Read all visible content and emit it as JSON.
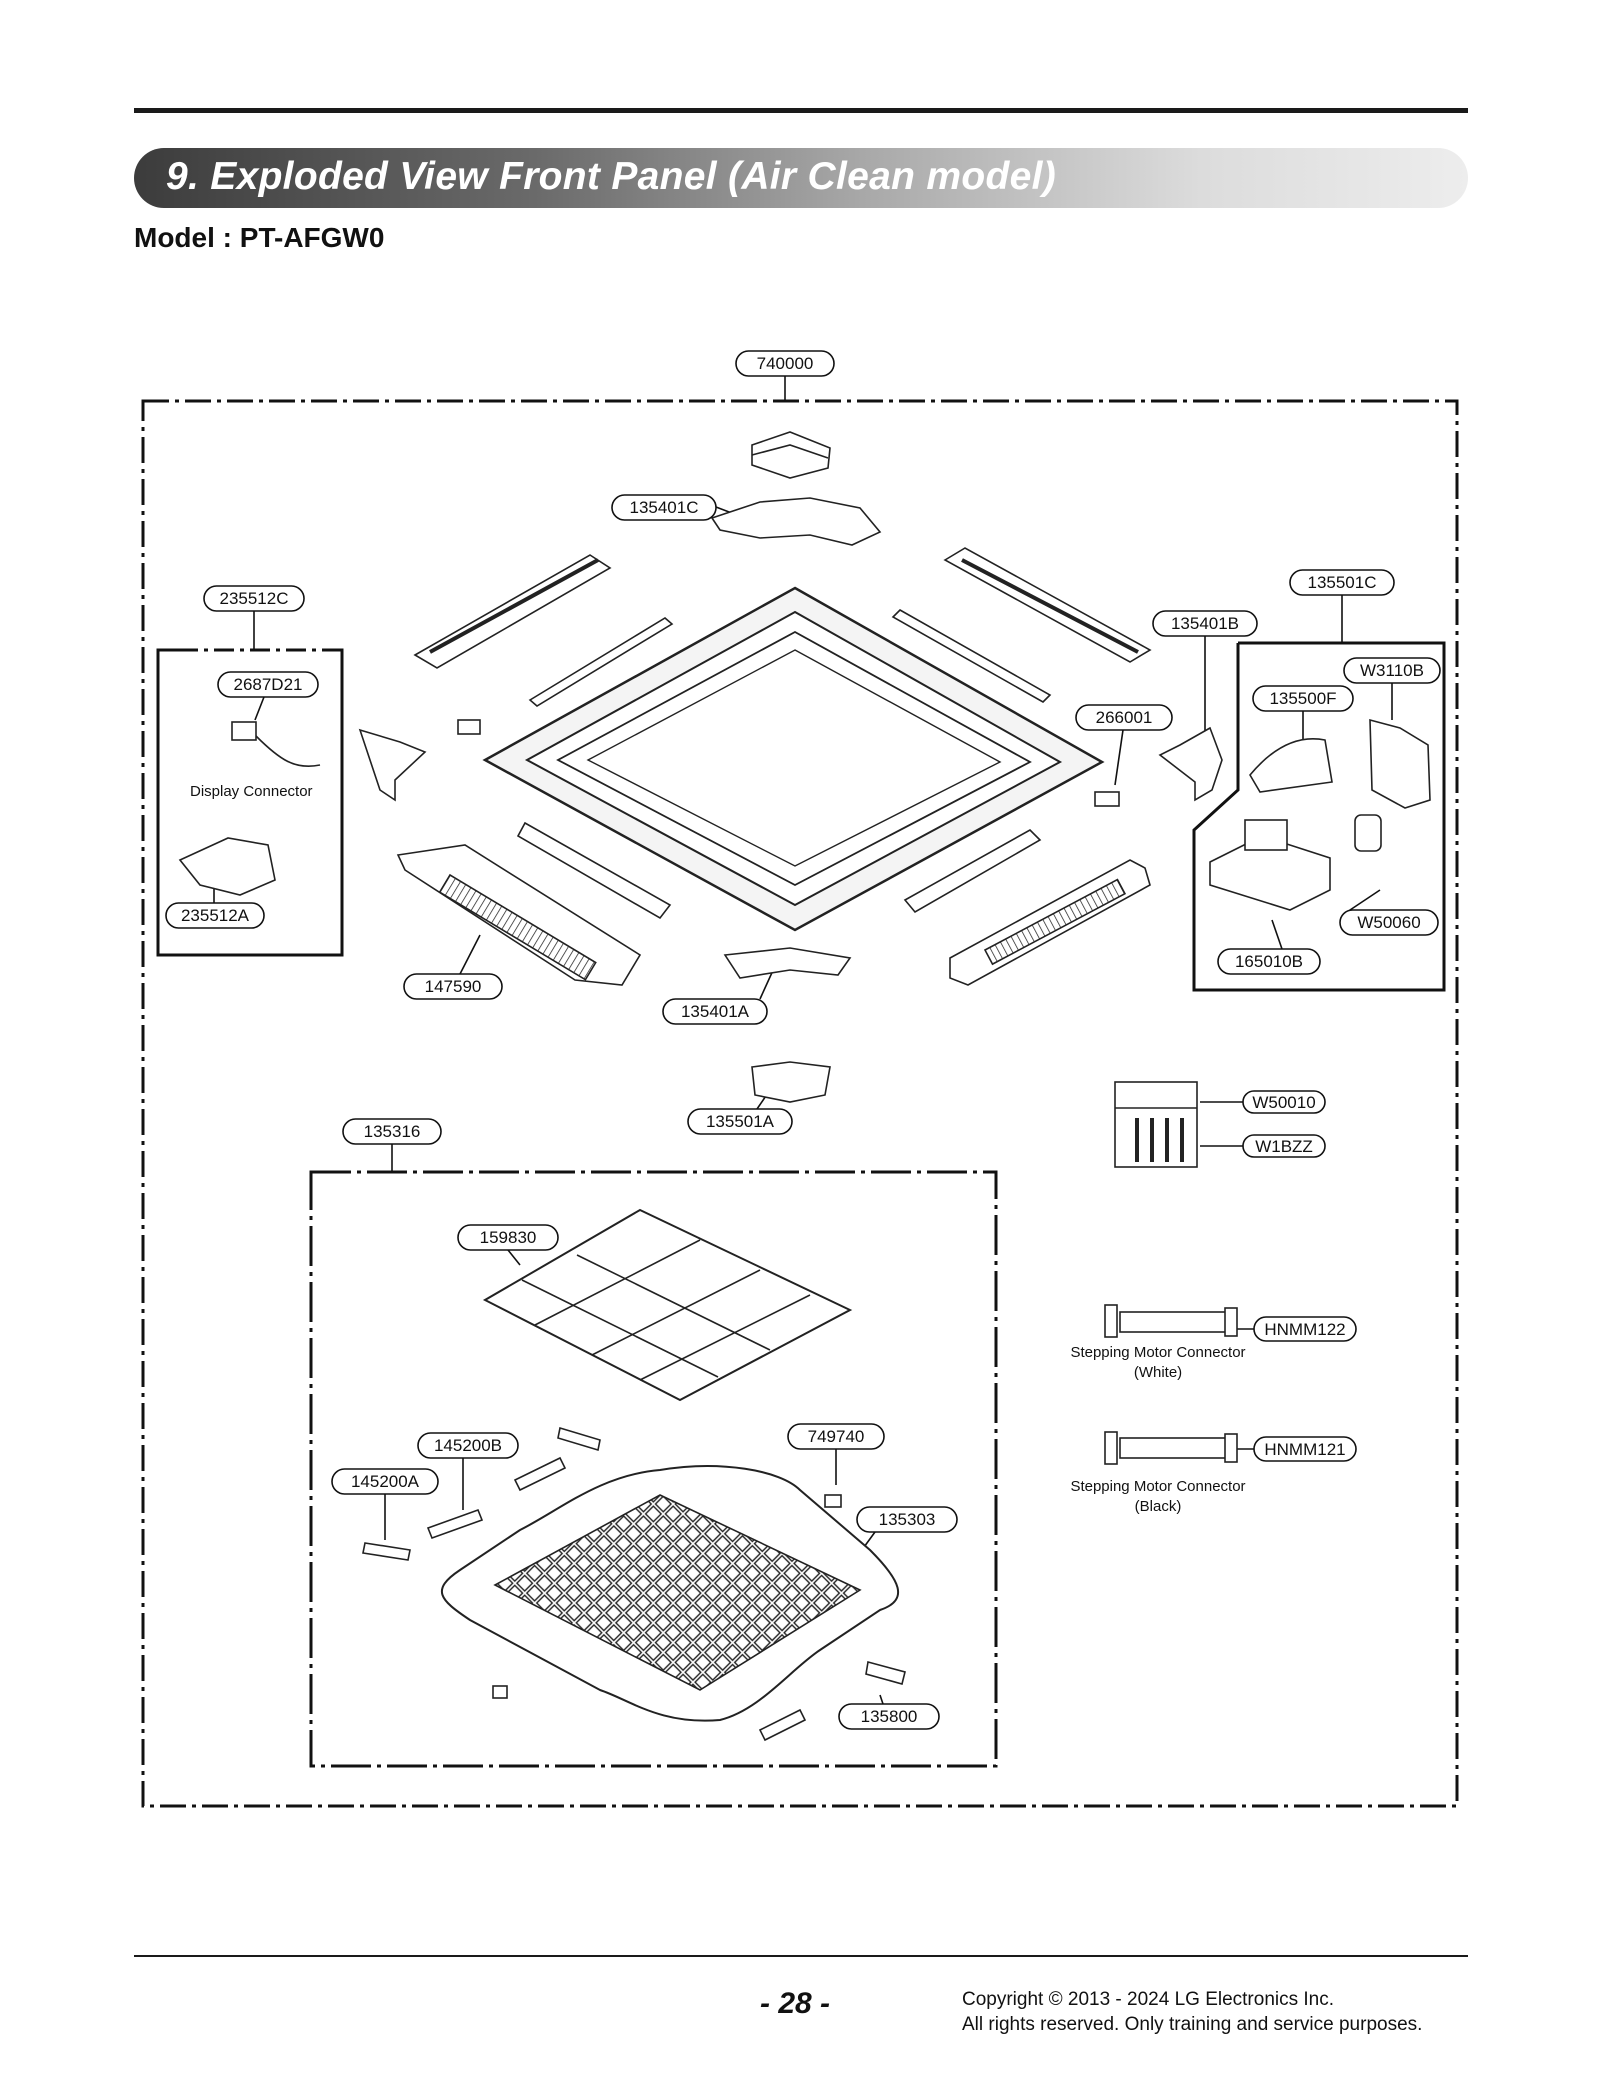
{
  "header": {
    "title": "9. Exploded View Front Panel (Air Clean model)",
    "model": "Model : PT-AFGW0"
  },
  "diagram": {
    "callouts": {
      "p740000": "740000",
      "p135401C": "135401C",
      "p135501C": "135501C",
      "p235512C": "235512C",
      "p135401B": "135401B",
      "pW3110B": "W3110B",
      "p2687D21": "2687D21",
      "p135500F": "135500F",
      "p266001": "266001",
      "p235512A": "235512A",
      "pW50060": "W50060",
      "p165010B": "165010B",
      "p147590": "147590",
      "p135401A": "135401A",
      "pW50010": "W50010",
      "p135316": "135316",
      "p135501A": "135501A",
      "pW1BZZ": "W1BZZ",
      "p159830": "159830",
      "pHNMM122": "HNMM122",
      "p749740": "749740",
      "p145200B": "145200B",
      "pHNMM121": "HNMM121",
      "p145200A": "145200A",
      "p135303": "135303",
      "p135800": "135800"
    },
    "notes": {
      "display_connector": "Display Connector",
      "stepping_white_1": "Stepping Motor Connector",
      "stepping_white_2": "(White)",
      "stepping_black_1": "Stepping Motor Connector",
      "stepping_black_2": "(Black)"
    }
  },
  "footer": {
    "page_number": "- 28 -",
    "copyright_line1": "Copyright © 2013 - 2024 LG Electronics Inc.",
    "copyright_line2": "All rights reserved. Only training and service purposes."
  }
}
